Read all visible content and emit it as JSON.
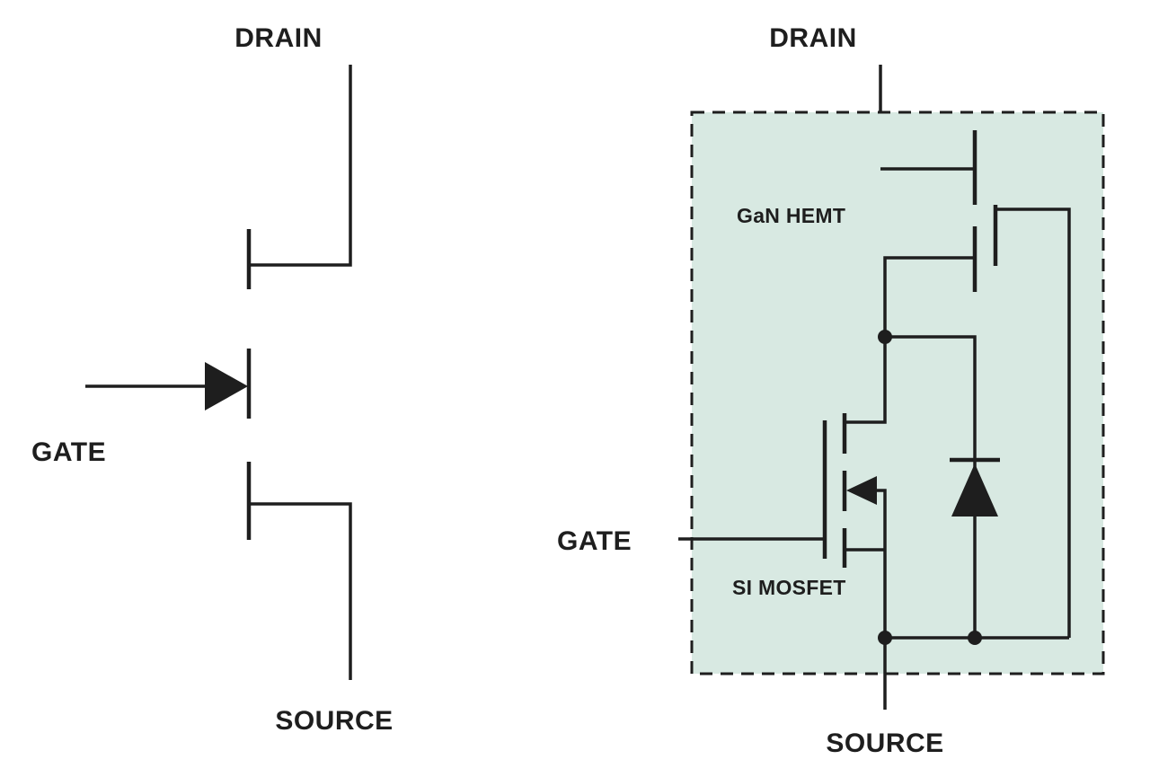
{
  "figure": {
    "background": "#ffffff",
    "line_color": "#1e1e1e",
    "text_color": "#1e1e1e",
    "left_symbol": {
      "labels": {
        "drain": "DRAIN",
        "gate": "GATE",
        "source": "SOURCE"
      }
    },
    "right_symbol": {
      "labels": {
        "drain": "DRAIN",
        "gate": "GATE",
        "source": "SOURCE",
        "gan_hemt": "GaN HEMT",
        "si_mosfet": "SI MOSFET"
      },
      "box_fill": "#d8e9e2",
      "box_border": "#1e1e1e"
    }
  }
}
